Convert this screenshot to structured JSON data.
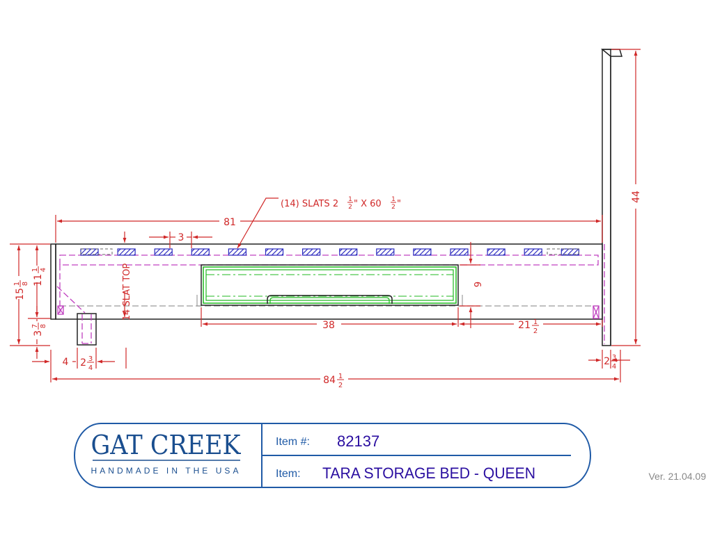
{
  "annotations": {
    "slats_note": {
      "prefix": "(14) SLATS 2",
      "frac1": {
        "n": "1",
        "d": "2"
      },
      "mid": "\" X 60",
      "frac2": {
        "n": "1",
        "d": "2"
      },
      "suffix": "\""
    },
    "slat_top_note": "14 SLAT TOP"
  },
  "dimensions": {
    "overall_top": "81",
    "slat_spacing": "3",
    "headboard_height": "44",
    "side_height": {
      "whole": "15",
      "n": "1",
      "d": "8"
    },
    "rail_height": {
      "whole": "11",
      "n": "1",
      "d": "4"
    },
    "leg_height": {
      "whole": "3",
      "n": "7",
      "d": "8"
    },
    "drawer_depth": "6",
    "drawer_width": "38",
    "drawer_offset": {
      "whole": "21",
      "n": "1",
      "d": "2"
    },
    "leg_inset": "4",
    "leg_width": {
      "whole": "2",
      "n": "3",
      "d": "4"
    },
    "post_width": {
      "whole": "2",
      "n": "3",
      "d": "4"
    },
    "overall_length": {
      "whole": "84",
      "n": "1",
      "d": "2"
    }
  },
  "title_block": {
    "brand_name": "GAT CREEK",
    "brand_tagline": "HANDMADE IN THE USA",
    "item_number_label": "Item #:",
    "item_number_value": "82137",
    "item_label": "Item:",
    "item_value": "TARA STORAGE BED - QUEEN"
  },
  "version": "Ver. 21.04.09",
  "colors": {
    "dimension": "#d02828",
    "frame": "#222222",
    "slat_fill": "#2b2bbf",
    "hidden_line": "#c040c0",
    "drawer": "#1fb81f",
    "title_border": "#1f5aa6",
    "value_text": "#2a0ea0"
  }
}
